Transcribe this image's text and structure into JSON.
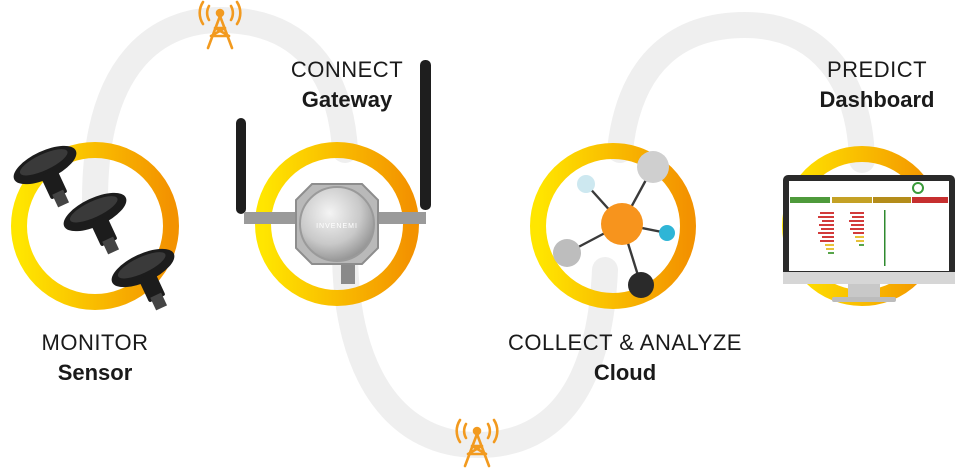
{
  "stages": [
    {
      "id": "monitor",
      "step": "MONITOR",
      "name": "Sensor"
    },
    {
      "id": "connect",
      "step": "CONNECT",
      "name": "Gateway"
    },
    {
      "id": "collect",
      "step": "COLLECT & ANALYZE",
      "name": "Cloud"
    },
    {
      "id": "predict",
      "step": "PREDICT",
      "name": "Dashboard"
    }
  ],
  "gateway_brand": "INVENEMI",
  "icons": {
    "signal_tower": "signal-tower-icon",
    "sensor": "vibration-sensor-icon",
    "gateway": "gateway-device-icon",
    "cloud": "cloud-network-icon",
    "dashboard": "monitor-dashboard-icon"
  },
  "colors": {
    "ring_start": "#ffe600",
    "ring_end": "#f39200",
    "track": "#efefef",
    "tower": "#f29a1f",
    "hub": "#f7941d"
  }
}
